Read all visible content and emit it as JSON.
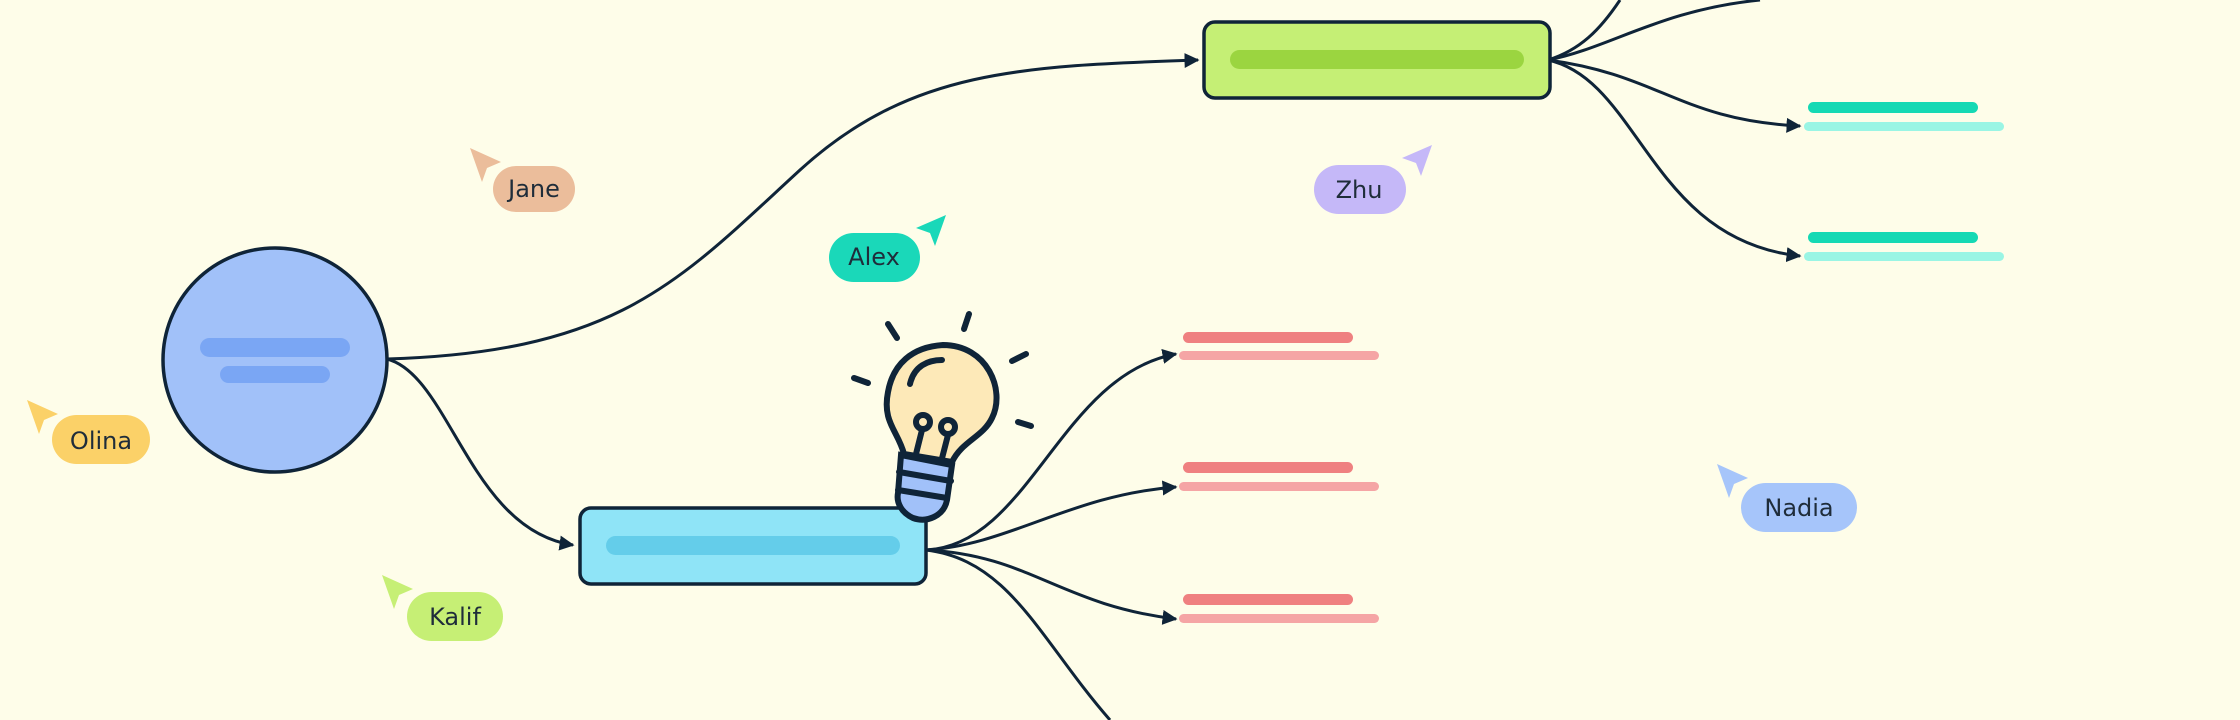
{
  "canvas": {
    "background": "#fefde9",
    "connector_color": "#0f2438"
  },
  "nodes": {
    "central_topic": {
      "shape": "circle",
      "fill": "#a1c1f9",
      "bar_color": "#7aa6f4"
    },
    "branch_top": {
      "shape": "rounded-rectangle",
      "fill": "#c5ef75",
      "bar_color": "#9bd540"
    },
    "branch_bottom": {
      "shape": "rounded-rectangle",
      "fill": "#8fe4f7",
      "bar_color": "#64cdea"
    }
  },
  "leaf_groups": {
    "teal": {
      "primary": "#15d9b4",
      "secondary": "#9af5e4"
    },
    "red": {
      "primary": "#ef8080",
      "secondary": "#f5a5a5"
    }
  },
  "illustration": {
    "icon": "lightbulb-icon",
    "bulb_color": "#fde9b8"
  },
  "collaborators": [
    {
      "name": "Jane",
      "color": "#ebbd9b",
      "pointer_color": "#ebbd9b"
    },
    {
      "name": "Alex",
      "color": "#1ad8b9",
      "pointer_color": "#1ad8b9"
    },
    {
      "name": "Zhu",
      "color": "#c5b8f8",
      "pointer_color": "#c5b8f8"
    },
    {
      "name": "Olina",
      "color": "#fbd168",
      "pointer_color": "#fbd168"
    },
    {
      "name": "Kalif",
      "color": "#c6ef75",
      "pointer_color": "#c6ef75"
    },
    {
      "name": "Nadia",
      "color": "#a6c5fa",
      "pointer_color": "#a6c5fa"
    }
  ]
}
